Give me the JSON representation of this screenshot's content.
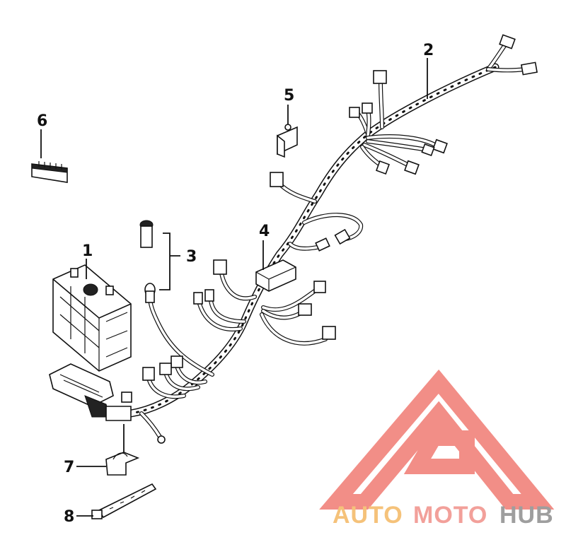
{
  "callouts": {
    "c1": "1",
    "c2": "2",
    "c3": "3",
    "c4": "4",
    "c5": "5",
    "c6": "6",
    "c7": "7",
    "c8": "8"
  },
  "watermark": {
    "text_auto": "AUTO",
    "text_moto": "MOTO",
    "text_hub": "HUB",
    "color_auto": "#f5c27a",
    "color_moto": "#f2a09a",
    "color_hub": "#9e9e9e",
    "logo_color": "#f07a72"
  }
}
